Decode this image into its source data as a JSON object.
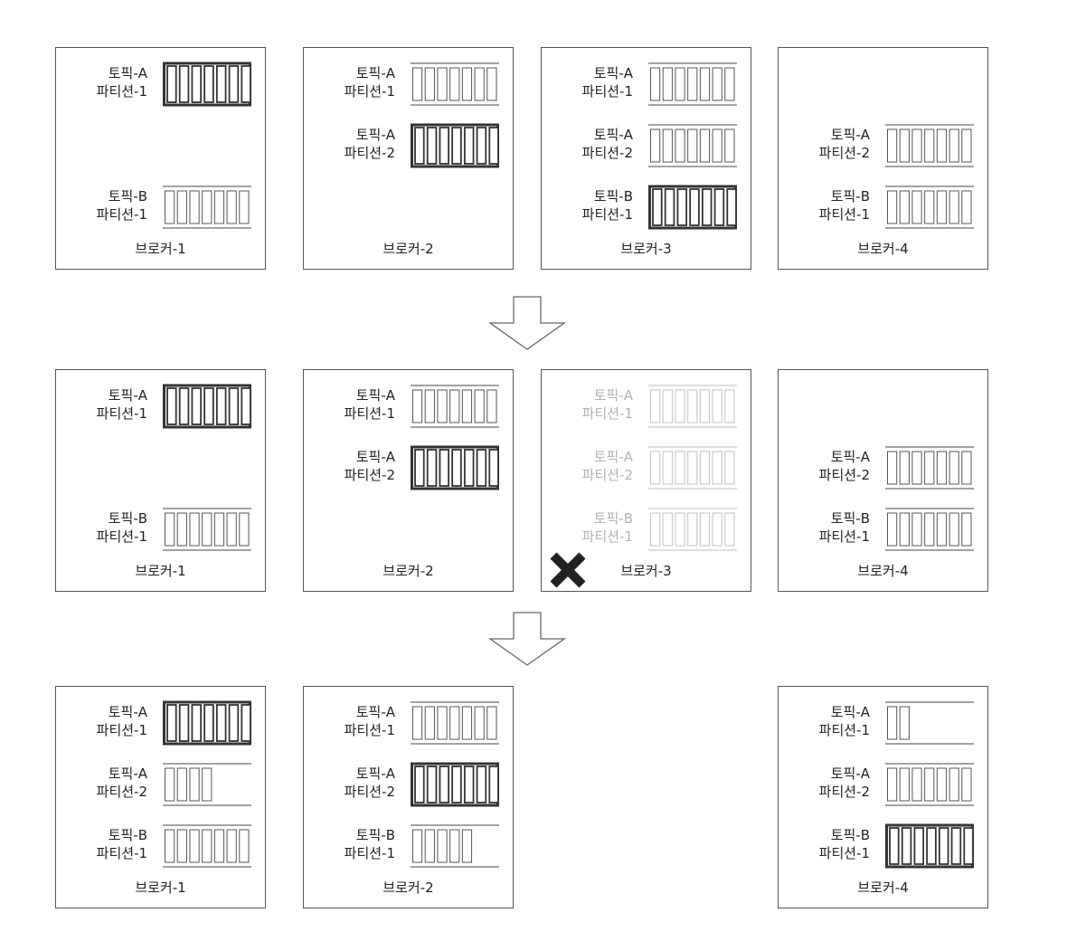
{
  "rows": [
    {
      "brokers": [
        {
          "name": "브로커-1",
          "failed": false,
          "partitions": [
            {
              "topic": "토픽-A",
              "partition": "파티션-1",
              "slot": 0,
              "fill": 7,
              "leader": true
            },
            {
              "topic": "토픽-B",
              "partition": "파티션-1",
              "slot": 2,
              "fill": 7,
              "leader": false
            }
          ]
        },
        {
          "name": "브로커-2",
          "failed": false,
          "partitions": [
            {
              "topic": "토픽-A",
              "partition": "파티션-1",
              "slot": 0,
              "fill": 7,
              "leader": false
            },
            {
              "topic": "토픽-A",
              "partition": "파티션-2",
              "slot": 1,
              "fill": 7,
              "leader": true
            }
          ]
        },
        {
          "name": "브로커-3",
          "failed": false,
          "partitions": [
            {
              "topic": "토픽-A",
              "partition": "파티션-1",
              "slot": 0,
              "fill": 7,
              "leader": false
            },
            {
              "topic": "토픽-A",
              "partition": "파티션-2",
              "slot": 1,
              "fill": 7,
              "leader": false
            },
            {
              "topic": "토픽-B",
              "partition": "파티션-1",
              "slot": 2,
              "fill": 7,
              "leader": true
            }
          ]
        },
        {
          "name": "브로커-4",
          "failed": false,
          "partitions": [
            {
              "topic": "토픽-A",
              "partition": "파티션-2",
              "slot": 1,
              "fill": 7,
              "leader": false
            },
            {
              "topic": "토픽-B",
              "partition": "파티션-1",
              "slot": 2,
              "fill": 7,
              "leader": false
            }
          ]
        }
      ]
    },
    {
      "brokers": [
        {
          "name": "브로커-1",
          "failed": false,
          "partitions": [
            {
              "topic": "토픽-A",
              "partition": "파티션-1",
              "slot": 0,
              "fill": 7,
              "leader": true
            },
            {
              "topic": "토픽-B",
              "partition": "파티션-1",
              "slot": 2,
              "fill": 7,
              "leader": false
            }
          ]
        },
        {
          "name": "브로커-2",
          "failed": false,
          "partitions": [
            {
              "topic": "토픽-A",
              "partition": "파티션-1",
              "slot": 0,
              "fill": 7,
              "leader": false
            },
            {
              "topic": "토픽-A",
              "partition": "파티션-2",
              "slot": 1,
              "fill": 7,
              "leader": true
            }
          ]
        },
        {
          "name": "브로커-3",
          "failed": true,
          "partitions": [
            {
              "topic": "토픽-A",
              "partition": "파티션-1",
              "slot": 0,
              "fill": 7,
              "leader": false
            },
            {
              "topic": "토픽-A",
              "partition": "파티션-2",
              "slot": 1,
              "fill": 7,
              "leader": false
            },
            {
              "topic": "토픽-B",
              "partition": "파티션-1",
              "slot": 2,
              "fill": 7,
              "leader": false
            }
          ]
        },
        {
          "name": "브로커-4",
          "failed": false,
          "partitions": [
            {
              "topic": "토픽-A",
              "partition": "파티션-2",
              "slot": 1,
              "fill": 7,
              "leader": false
            },
            {
              "topic": "토픽-B",
              "partition": "파티션-1",
              "slot": 2,
              "fill": 7,
              "leader": false
            }
          ]
        }
      ]
    },
    {
      "brokers": [
        {
          "name": "브로커-1",
          "failed": false,
          "partitions": [
            {
              "topic": "토픽-A",
              "partition": "파티션-1",
              "slot": 0,
              "fill": 7,
              "leader": true
            },
            {
              "topic": "토픽-A",
              "partition": "파티션-2",
              "slot": 1,
              "fill": 4,
              "leader": false
            },
            {
              "topic": "토픽-B",
              "partition": "파티션-1",
              "slot": 2,
              "fill": 7,
              "leader": false
            }
          ]
        },
        {
          "name": "브로커-2",
          "failed": false,
          "partitions": [
            {
              "topic": "토픽-A",
              "partition": "파티션-1",
              "slot": 0,
              "fill": 7,
              "leader": false
            },
            {
              "topic": "토픽-A",
              "partition": "파티션-2",
              "slot": 1,
              "fill": 7,
              "leader": true
            },
            {
              "topic": "토픽-B",
              "partition": "파티션-1",
              "slot": 2,
              "fill": 5,
              "leader": false
            }
          ]
        },
        null,
        {
          "name": "브로커-4",
          "failed": false,
          "partitions": [
            {
              "topic": "토픽-A",
              "partition": "파티션-1",
              "slot": 0,
              "fill": 2,
              "leader": false
            },
            {
              "topic": "토픽-A",
              "partition": "파티션-2",
              "slot": 1,
              "fill": 7,
              "leader": false
            },
            {
              "topic": "토픽-B",
              "partition": "파티션-1",
              "slot": 2,
              "fill": 7,
              "leader": true
            }
          ]
        }
      ]
    }
  ],
  "log_capacity": 7,
  "colors": {
    "border": "#555555",
    "leader": "#333333",
    "failed_mark": "#222222",
    "arrow": "#666666"
  }
}
